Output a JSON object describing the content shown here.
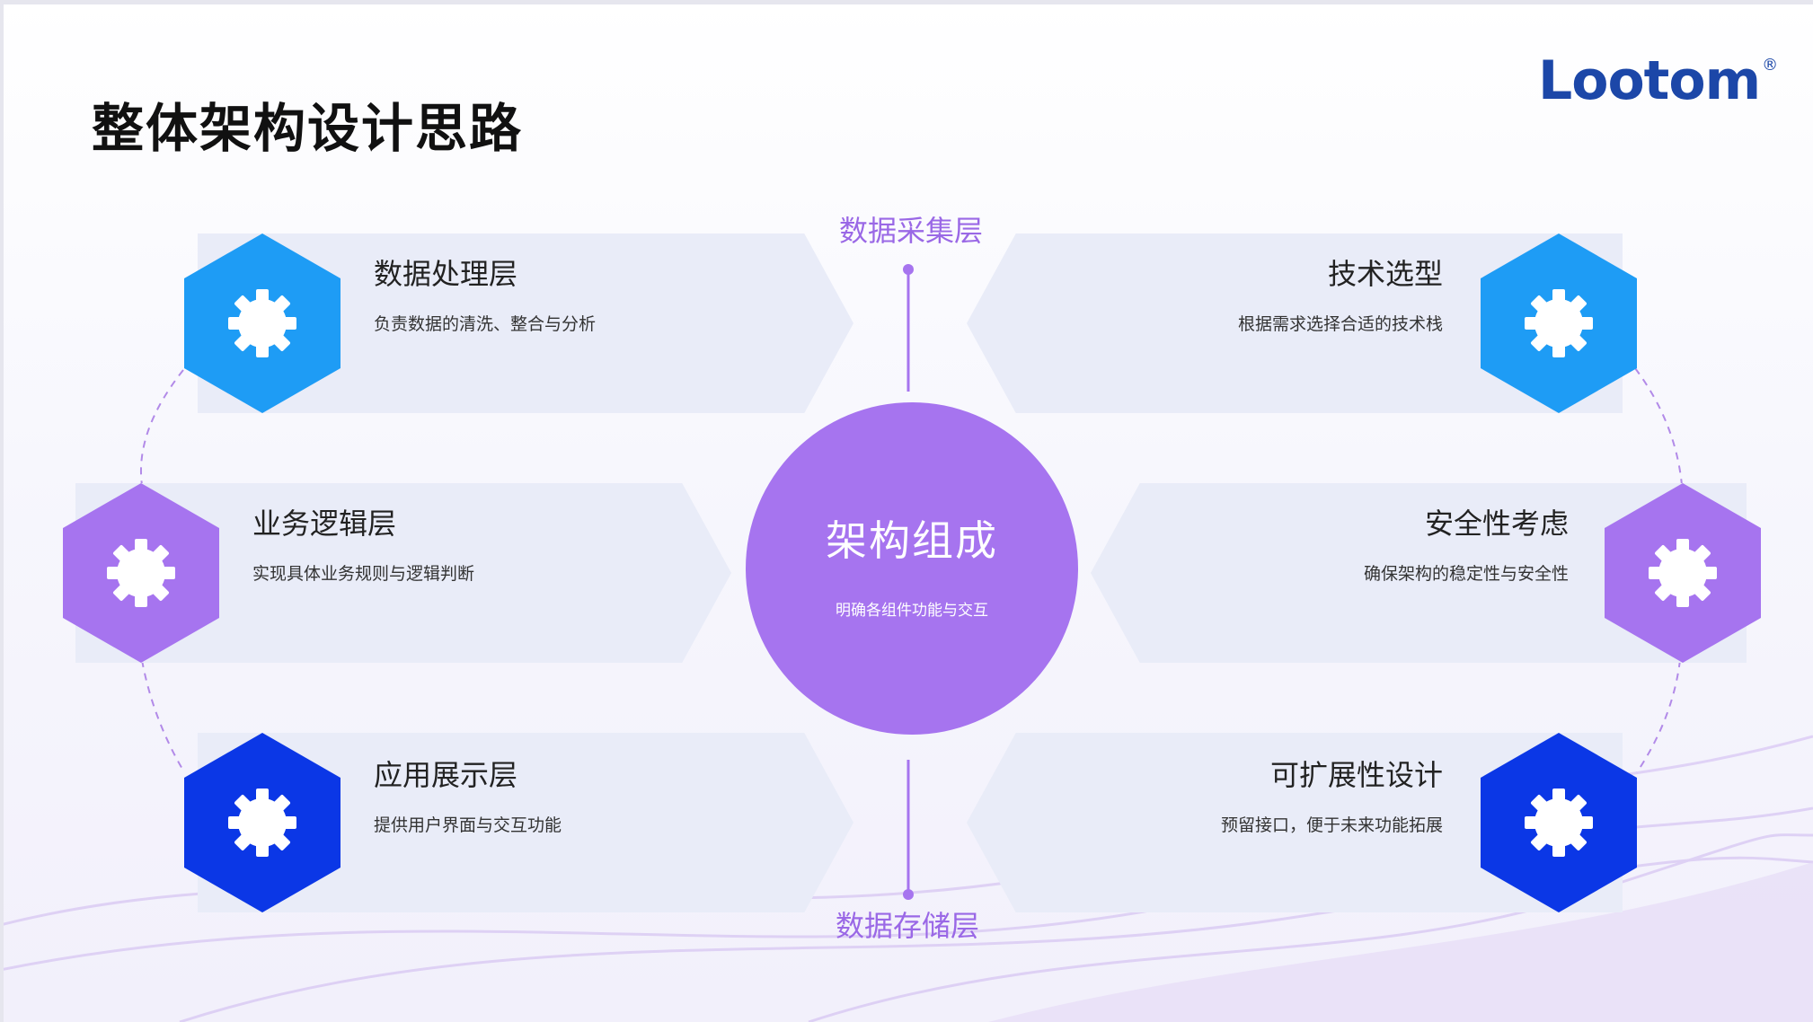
{
  "title": "整体架构设计思路",
  "logo": {
    "text": "Lootom",
    "mark": "®"
  },
  "center": {
    "title": "架构组成",
    "subtitle": "明确各组件功能与交互"
  },
  "axis": {
    "top_label": "数据采集层",
    "bottom_label": "数据存储层"
  },
  "left_items": [
    {
      "title": "数据处理层",
      "desc": "负责数据的清洗、整合与分析",
      "color": "#1e9cf5",
      "icon": "gear-icon"
    },
    {
      "title": "业务逻辑层",
      "desc": "实现具体业务规则与逻辑判断",
      "color": "#a674ef",
      "icon": "gear-icon"
    },
    {
      "title": "应用展示层",
      "desc": "提供用户界面与交互功能",
      "color": "#0b37e6",
      "icon": "gear-icon"
    }
  ],
  "right_items": [
    {
      "title": "技术选型",
      "desc": "根据需求选择合适的技术栈",
      "color": "#1e9cf5",
      "icon": "gear-icon"
    },
    {
      "title": "安全性考虑",
      "desc": "确保架构的稳定性与安全性",
      "color": "#a674ef",
      "icon": "gear-icon"
    },
    {
      "title": "可扩展性设计",
      "desc": "预留接口，便于未来功能拓展",
      "color": "#0b37e6",
      "icon": "gear-icon"
    }
  ],
  "colors": {
    "panel": "#e9ecf8",
    "accent": "#a674ef",
    "dash": "#b28ae8"
  }
}
